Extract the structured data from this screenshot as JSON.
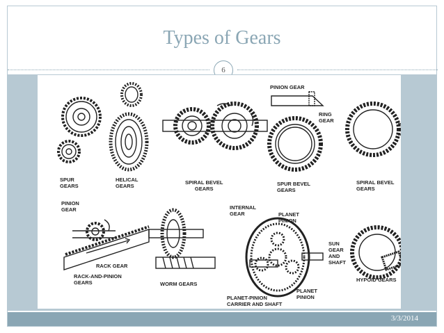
{
  "slide": {
    "title": "Types of Gears",
    "slide_number": "6",
    "date": "3/3/2014"
  },
  "figure": {
    "labels": {
      "spur": "SPUR\nGEARS",
      "helical": "HELICAL\nGEARS",
      "spiral_bevel_pair": "SPIRAL BEVEL\nGEARS",
      "pinion_gear_top": "PINION GEAR",
      "ring_gear": "RING\nGEAR",
      "spur_bevel": "SPUR BEVEL\nGEARS",
      "spiral_bevel_single": "SPIRAL BEVEL\nGEARS",
      "pinion_gear_rack": "PINION\nGEAR",
      "rack_gear": "RACK GEAR",
      "rack_and_pinion": "RACK-AND-PINION\nGEARS",
      "worm": "WORM GEARS",
      "internal_gear": "INTERNAL\nGEAR",
      "planet_pinion_top": "PLANET\nPINION",
      "sun_gear": "SUN\nGEAR\nAND\nSHAFT",
      "planet_pinion_bottom": "PLANET\nPINION",
      "carrier": "PLANET-PINION\nCARRIER AND SHAFT",
      "hypoid": "HYPOID GEARS"
    }
  },
  "colors": {
    "accent": "#8aa6b4",
    "panel": "#b7c9d3",
    "ink": "#222222"
  }
}
